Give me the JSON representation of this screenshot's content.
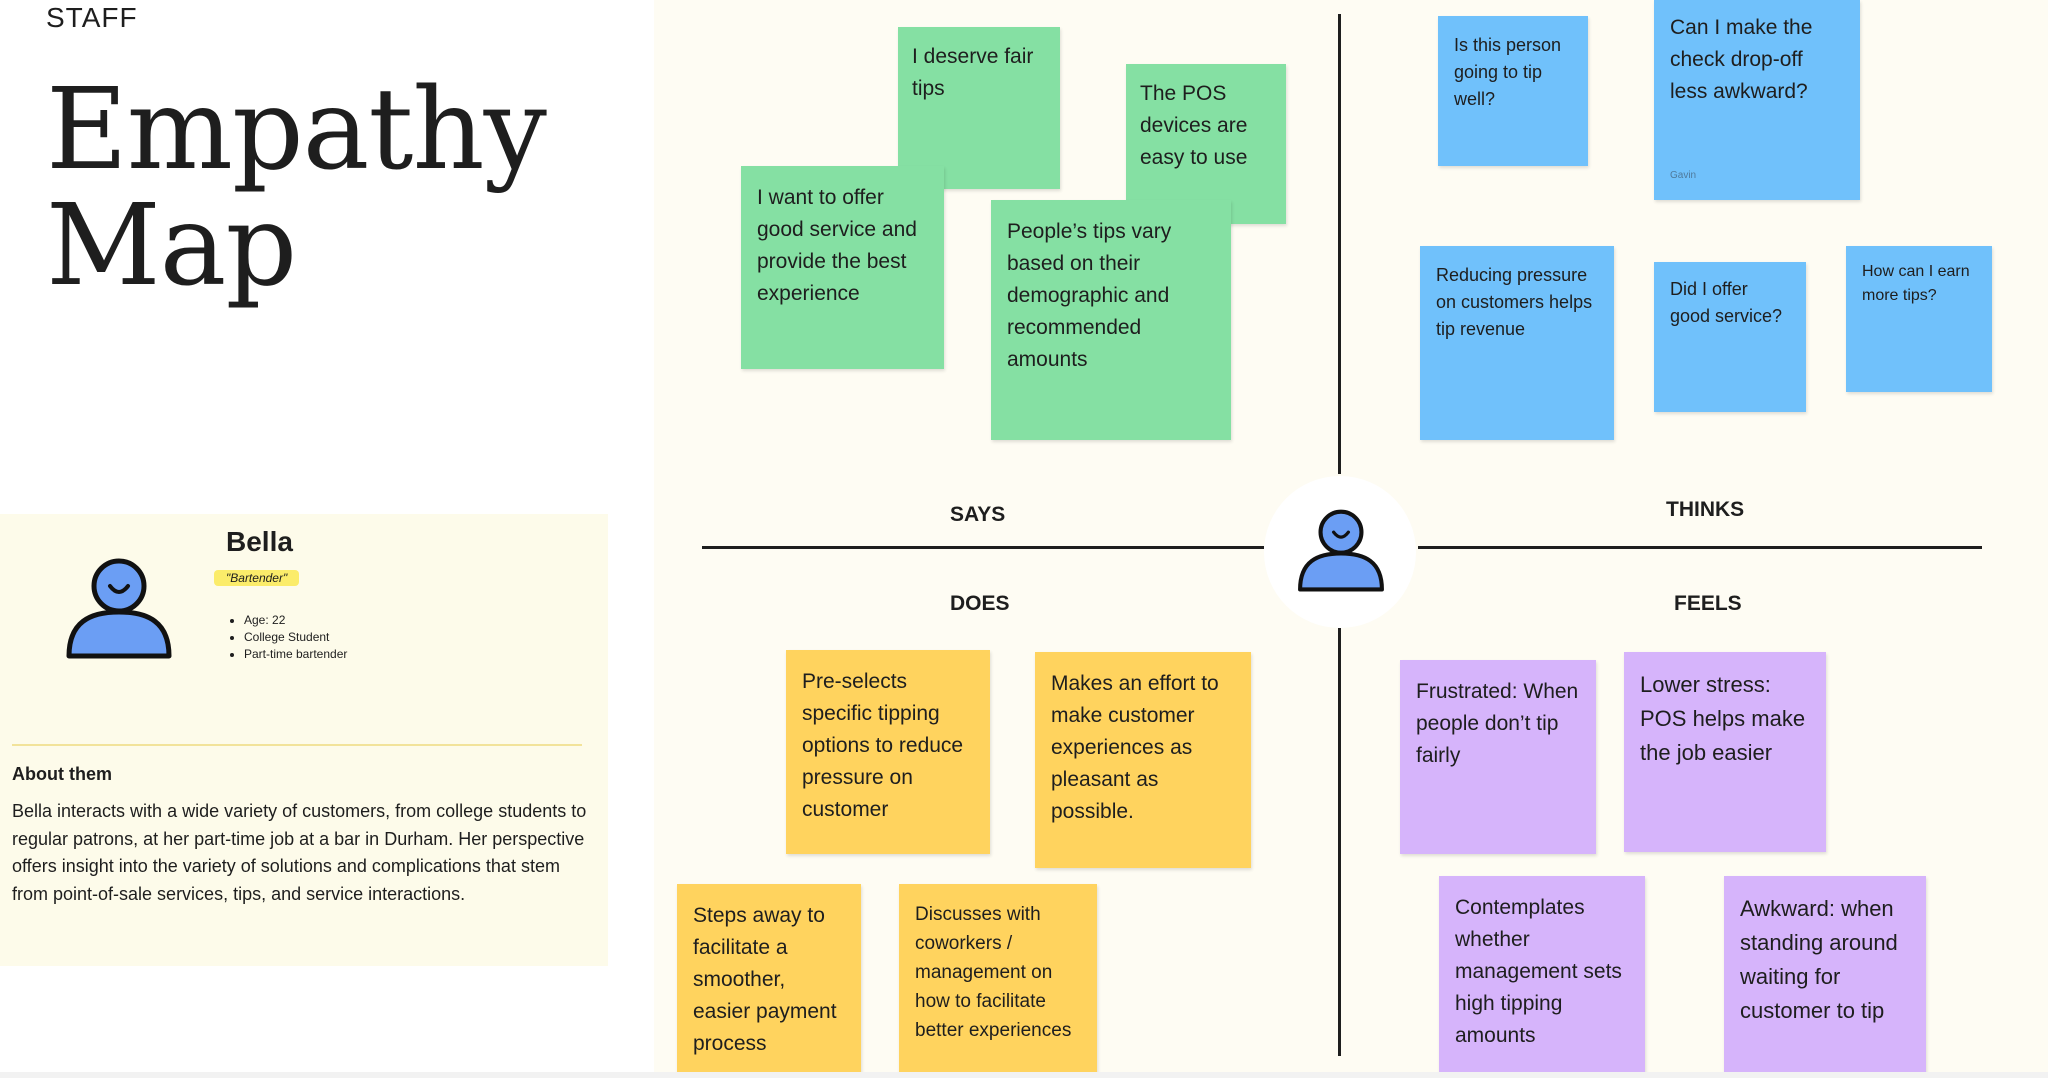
{
  "header": {
    "section_label": "STAFF",
    "title_line1": "Empathy",
    "title_line2": "Map"
  },
  "persona": {
    "name": "Bella",
    "role": "\"Bartender\"",
    "facts": [
      "Age: 22",
      "College Student",
      "Part-time bartender"
    ],
    "about_heading": "About them",
    "about_text": "Bella interacts with a wide variety of customers, from college students to regular patrons, at her part-time job at a bar in Durham. Her perspective offers insight into the variety of solutions and complications that stem from point-of-sale services, tips, and service interactions."
  },
  "quadrants": {
    "says": "SAYS",
    "thinks": "THINKS",
    "does": "DOES",
    "feels": "FEELS"
  },
  "says_notes": [
    "I deserve fair tips",
    "The POS devices are easy to use",
    "I want to offer good service and provide the best experience",
    "People’s tips vary based on their demographic and recommended amounts"
  ],
  "thinks_notes": [
    "Is this person going to tip well?",
    "Can I make the check drop-off less awkward?",
    "Reducing pressure on customers helps tip revenue",
    "Did I offer good service?",
    "How can I earn more tips?"
  ],
  "thinks_author": "Gavin",
  "does_notes": [
    "Pre-selects specific tipping options to reduce pressure on customer",
    "Makes an effort to make customer experiences as pleasant as possible.",
    "Steps away to facilitate a smoother, easier payment process",
    "Discusses with coworkers / management on how to facilitate better experiences"
  ],
  "feels_notes": [
    "Frustrated: When people don’t tip fairly",
    "Lower stress: POS helps make the job easier",
    "Contemplates whether management sets high tipping amounts",
    "Awkward: when standing around waiting for customer to tip"
  ],
  "colors": {
    "says": "#85e0a3",
    "thinks": "#70c1fb",
    "does": "#ffd35e",
    "feels": "#d6b4fb",
    "avatar": "#6b9ef4",
    "board": "#fefcf3",
    "persona_card": "#fdfbea"
  },
  "icons": {
    "persona_avatar": "person-avatar-icon",
    "center_avatar": "person-avatar-icon"
  }
}
